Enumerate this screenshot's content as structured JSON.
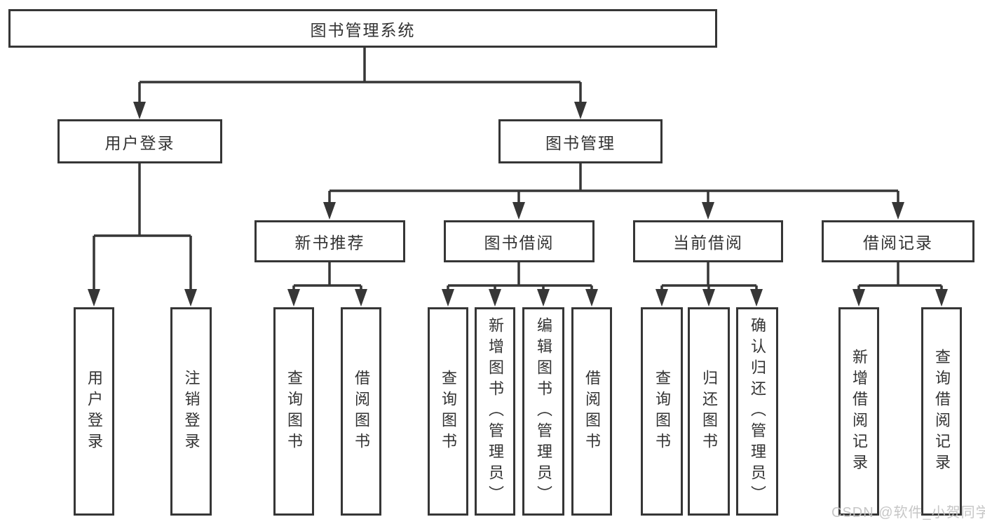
{
  "diagram": {
    "title": "图书管理系统",
    "nodes": {
      "root": "图书管理系统",
      "user_login": "用户登录",
      "book_mgmt": "图书管理",
      "new_book_rec": "新书推荐",
      "book_borrow": "图书借阅",
      "current_borrow": "当前借阅",
      "borrow_record": "借阅记录",
      "leaf_user_login": "用户登录",
      "leaf_logout": "注销登录",
      "leaf_nb_query": "查询图书",
      "leaf_nb_borrow": "借阅图书",
      "leaf_bb_query": "查询图书",
      "leaf_bb_add": "新增图书（管理员）",
      "leaf_bb_edit": "编辑图书（管理员）",
      "leaf_bb_borrow": "借阅图书",
      "leaf_cb_query": "查询图书",
      "leaf_cb_return": "归还图书",
      "leaf_cb_confirm": "确认归还（管理员）",
      "leaf_br_add": "新增借阅记录",
      "leaf_br_query": "查询借阅记录"
    },
    "hierarchy": {
      "图书管理系统": {
        "用户登录": [
          "用户登录",
          "注销登录"
        ],
        "图书管理": {
          "新书推荐": [
            "查询图书",
            "借阅图书"
          ],
          "图书借阅": [
            "查询图书",
            "新增图书（管理员）",
            "编辑图书（管理员）",
            "借阅图书"
          ],
          "当前借阅": [
            "查询图书",
            "归还图书",
            "确认归还（管理员）"
          ],
          "借阅记录": [
            "新增借阅记录",
            "查询借阅记录"
          ]
        }
      }
    },
    "colors": {
      "line": "#363636",
      "text": "#333333",
      "background": "#ffffff",
      "watermark": "#c2c2c2"
    }
  },
  "watermark": "CSDN @软件_小贺同学"
}
